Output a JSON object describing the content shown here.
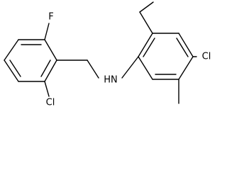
{
  "molecule": {
    "atoms": {
      "fluorine": "F",
      "chlorine_left": "Cl",
      "amine": "HN",
      "chlorine_right": "Cl"
    },
    "colors": {
      "bond": "#000000",
      "label": "#000000",
      "background": "#ffffff"
    }
  }
}
